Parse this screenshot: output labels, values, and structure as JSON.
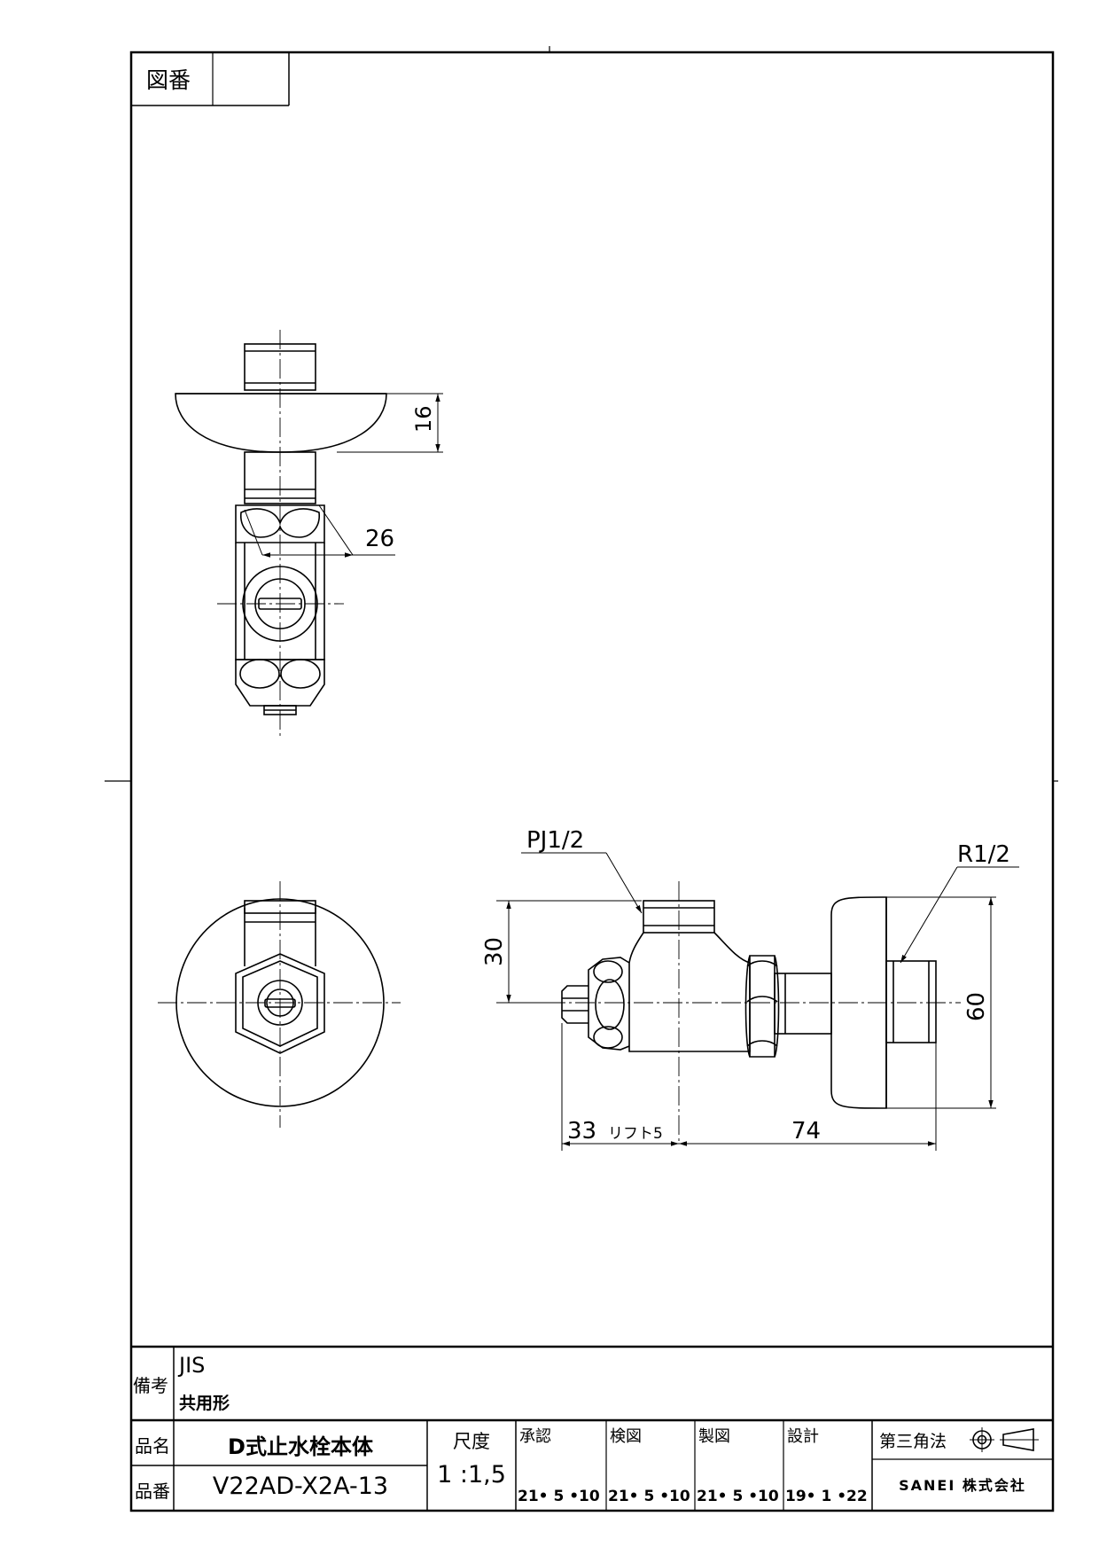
{
  "corner_label": "図番",
  "corner_value": "",
  "dimensions": {
    "flange_thickness": "16",
    "hex_width": "26",
    "pj_thread": "PJ1/2",
    "r_thread": "R1/2",
    "height_30": "30",
    "height_60": "60",
    "length_33": "33",
    "lift": "リフト5",
    "length_74": "74"
  },
  "title_block": {
    "remarks_label": "備考",
    "remarks_line1": "JIS",
    "remarks_line2": "共用形",
    "name_label": "品名",
    "name_value": "D式止水栓本体",
    "number_label": "品番",
    "number_value": "V22AD-X2A-13",
    "scale_label": "尺度",
    "scale_value": "1 :1,5",
    "approve_label": "承認",
    "approve_date": "21• 5 •10",
    "check_label": "検図",
    "check_date": "21• 5 •10",
    "draw_label": "製図",
    "draw_date": "21• 5 •10",
    "design_label": "設計",
    "design_date": "19• 1 •22",
    "projection_label": "第三角法",
    "company": "SANEI 株式会社"
  }
}
